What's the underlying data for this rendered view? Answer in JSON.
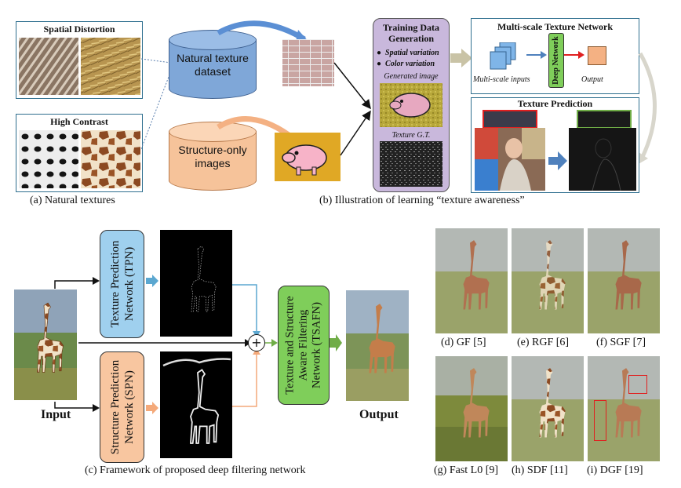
{
  "panel_a": {
    "spatial_title": "Spatial Distortion",
    "contrast_title": "High Contrast",
    "caption": "(a) Natural textures"
  },
  "panel_b": {
    "cyl1": [
      "Natural texture",
      "dataset"
    ],
    "cyl2": [
      "Structure-only",
      "images"
    ],
    "gen_title": [
      "Training Data",
      "Generation"
    ],
    "bullet1": "Spatial variation",
    "bullet2": "Color variation",
    "generated_label": "Generated image",
    "texture_gt_label": "Texture G.T.",
    "multiscale_title": "Multi-scale Texture Network",
    "multiscale_inputs": "Multi-scale inputs",
    "deep_network": "Deep Network",
    "output_label": "Output",
    "texture_prediction_title": "Texture Prediction",
    "caption": "(b) Illustration of learning “texture awareness”"
  },
  "panel_c": {
    "tpn": [
      "Texture Prediction",
      "Network (TPN)"
    ],
    "spn": [
      "Structure Prediction",
      "Network (SPN)"
    ],
    "tsafn": [
      "Texture and Structure",
      "Aware Filtering",
      "Network (TSAFN)"
    ],
    "input_label": "Input",
    "output_label": "Output",
    "plus": "+",
    "caption": "(c) Framework of proposed deep filtering network"
  },
  "results": [
    "(d) GF [5]",
    "(e) RGF [6]",
    "(f) SGF [7]",
    "(g) Fast L0 [9]",
    "(h) SDF [11]",
    "(i) DGF [19]"
  ],
  "colors": {
    "panel_border": "#2f6f8f",
    "cyl_blue": "#7fa7d8",
    "cyl_orange": "#f6c39a",
    "gen_box": "#c9b8dc",
    "tpn_fill": "#9fd0ee",
    "spn_fill": "#f8c6a0",
    "tsafn_fill": "#7fce5a",
    "blue_arrow": "#4f81bd",
    "green_arrow": "#70ad47"
  }
}
